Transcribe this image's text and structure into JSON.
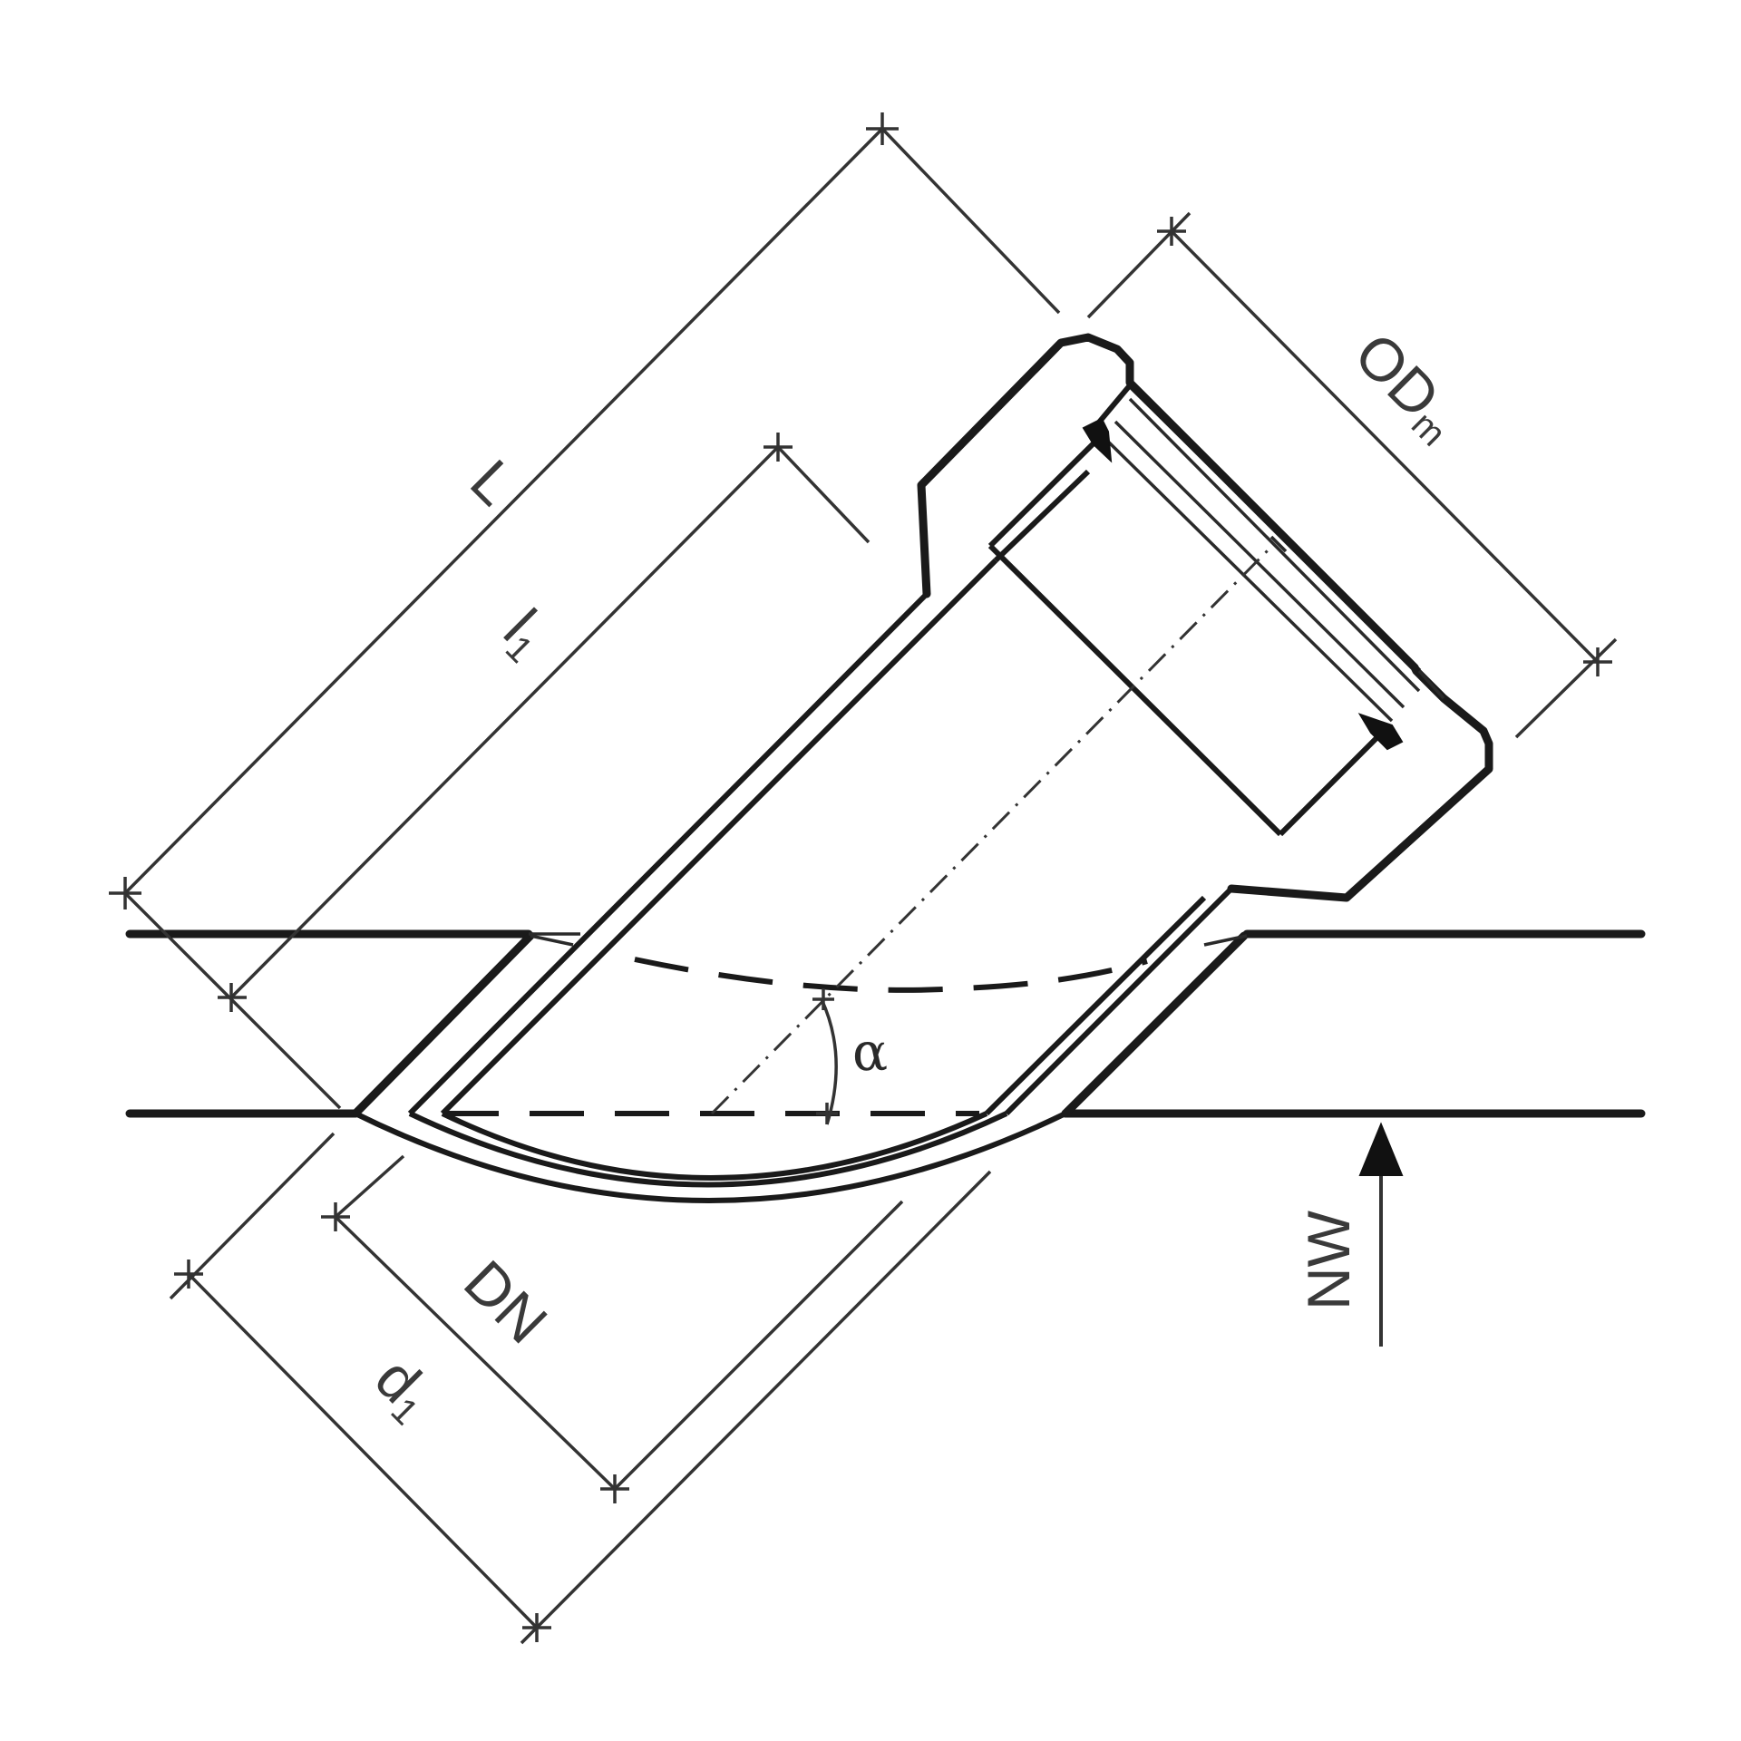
{
  "drawing": {
    "type": "technical-drawing",
    "subject": "pipe saddle branch fitting with socket",
    "labels": {
      "L": "L",
      "l1_main": "l",
      "l1_sub": "1",
      "odm_main": "OD",
      "odm_sub": "m",
      "dn": "DN",
      "d1_main": "d",
      "d1_sub": "1",
      "alpha": "α",
      "nw": "NW"
    },
    "colors": {
      "line": "#1a1a1a",
      "text": "#3a3a3a",
      "background": "#ffffff"
    }
  }
}
